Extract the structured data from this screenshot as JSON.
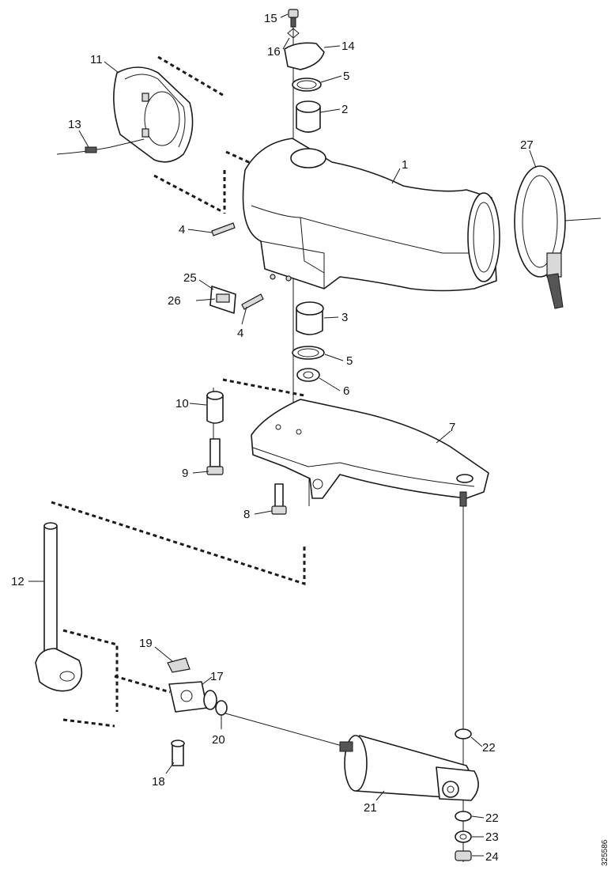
{
  "diagram": {
    "callouts": [
      {
        "id": "c15",
        "label": "15"
      },
      {
        "id": "c16",
        "label": "16"
      },
      {
        "id": "c14",
        "label": "14"
      },
      {
        "id": "c5a",
        "label": "5"
      },
      {
        "id": "c2",
        "label": "2"
      },
      {
        "id": "c11",
        "label": "11"
      },
      {
        "id": "c13",
        "label": "13"
      },
      {
        "id": "c1",
        "label": "1"
      },
      {
        "id": "c27",
        "label": "27"
      },
      {
        "id": "c4a",
        "label": "4"
      },
      {
        "id": "c25",
        "label": "25"
      },
      {
        "id": "c26",
        "label": "26"
      },
      {
        "id": "c4b",
        "label": "4"
      },
      {
        "id": "c3",
        "label": "3"
      },
      {
        "id": "c5b",
        "label": "5"
      },
      {
        "id": "c6",
        "label": "6"
      },
      {
        "id": "c10",
        "label": "10"
      },
      {
        "id": "c7",
        "label": "7"
      },
      {
        "id": "c9",
        "label": "9"
      },
      {
        "id": "c8",
        "label": "8"
      },
      {
        "id": "c12",
        "label": "12"
      },
      {
        "id": "c19",
        "label": "19"
      },
      {
        "id": "c17",
        "label": "17"
      },
      {
        "id": "c20",
        "label": "20"
      },
      {
        "id": "c18",
        "label": "18"
      },
      {
        "id": "c22a",
        "label": "22"
      },
      {
        "id": "c21",
        "label": "21"
      },
      {
        "id": "c22b",
        "label": "22"
      },
      {
        "id": "c23",
        "label": "23"
      },
      {
        "id": "c24",
        "label": "24"
      }
    ],
    "document_id": "325586"
  }
}
